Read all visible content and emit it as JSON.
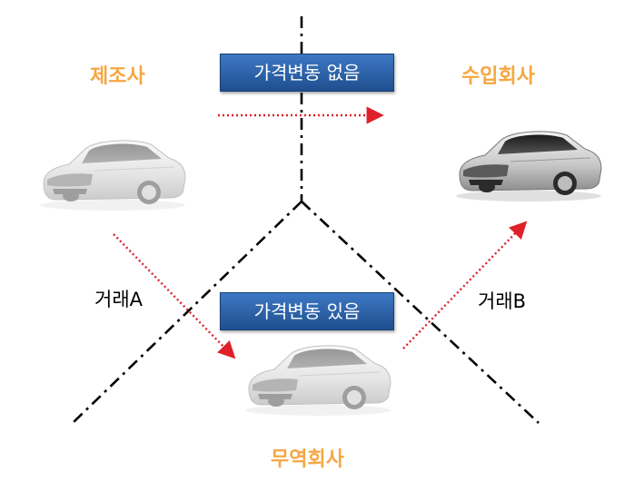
{
  "entities": {
    "manufacturer": "제조사",
    "importer": "수입회사",
    "trader": "무역회사"
  },
  "banners": {
    "no_change": "가격변동 없음",
    "with_change": "가격변동 있음"
  },
  "deals": {
    "a": "거래A",
    "b": "거래B"
  },
  "colors": {
    "entity_label": "#f5a742",
    "banner_fill": "#2e62a8",
    "arrow": "#e0202a",
    "divider": "#000000"
  },
  "icons": {
    "car": "car-icon"
  }
}
